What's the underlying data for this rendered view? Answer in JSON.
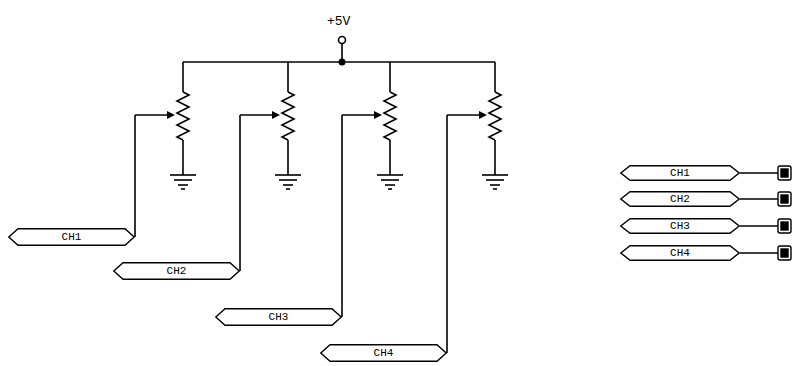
{
  "diagram": {
    "nodes": [
      {
        "text": [
          "CH1"
        ]
      },
      {
        "text": [
          "CH2"
        ]
      },
      {
        "text": [
          "CH3"
        ]
      },
      {
        "text": [
          "CH4"
        ]
      },
      {
        "text": [
          "CH1"
        ]
      },
      {
        "text": [
          "CH2"
        ]
      },
      {
        "text": [
          "CH3"
        ]
      },
      {
        "text": [
          "CH4"
        ]
      }
    ],
    "labels": [
      "+5V"
    ]
  }
}
